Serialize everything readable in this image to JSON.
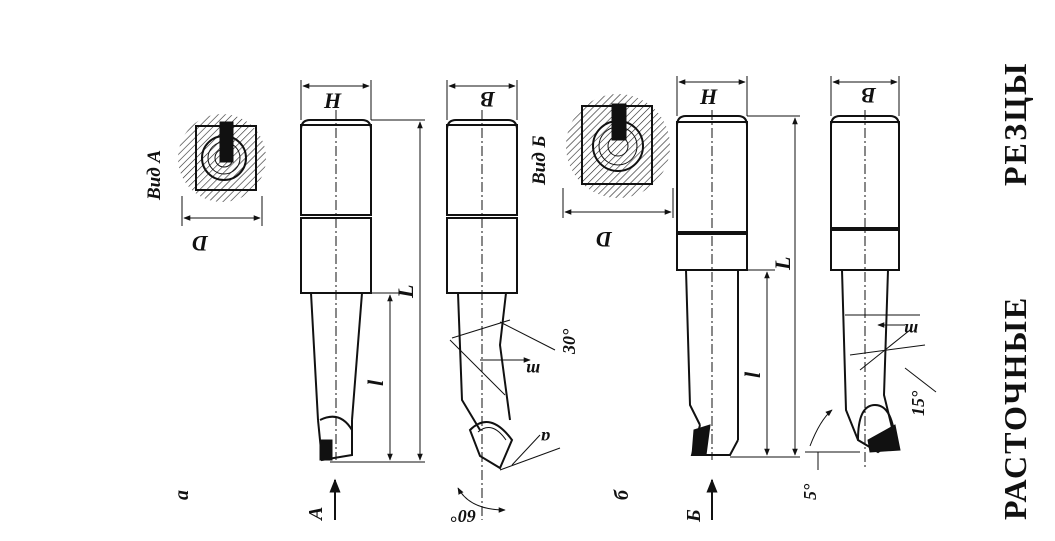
{
  "title": {
    "part1": "Расточные",
    "part2": "резцы"
  },
  "variants": {
    "a": {
      "mark": "а",
      "view_label": "Вид А",
      "view_arrow": "А",
      "dim_D": "D",
      "dim_H": "H",
      "dim_B": "B",
      "dim_L": "L",
      "dim_l": "l",
      "angle_30": "30°",
      "angle_60": "60°",
      "dim_m": "m",
      "dim_a": "a"
    },
    "b": {
      "mark": "б",
      "view_label": "Вид Б",
      "view_arrow": "Б",
      "dim_D": "D",
      "dim_H": "H",
      "dim_B": "B",
      "dim_L": "L",
      "dim_l": "l",
      "angle_15": "15°",
      "angle_5": "5°",
      "dim_m": "m"
    }
  }
}
